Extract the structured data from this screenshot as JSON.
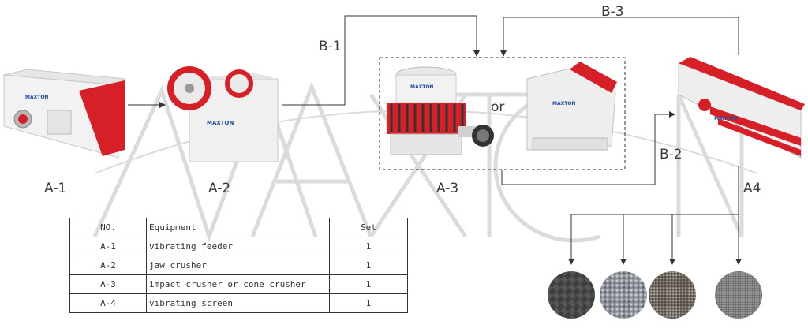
{
  "stage_labels": {
    "a1": "A-1",
    "a2": "A-2",
    "a3": "A-3",
    "a4": "A4"
  },
  "flow_labels": {
    "b1": "B-1",
    "b2": "B-2",
    "b3": "B-3",
    "or": "or"
  },
  "brand": "MAXTON",
  "table": {
    "headers": [
      "NO.",
      "Equipment",
      "Set"
    ],
    "rows": [
      [
        "A-1",
        "vibrating feeder",
        "1"
      ],
      [
        "A-2",
        "jaw crusher",
        "1"
      ],
      [
        "A-3",
        "impact crusher or cone crusher",
        "1"
      ],
      [
        "A-4",
        "vibrating screen",
        "1"
      ]
    ]
  },
  "colors": {
    "accent_red": "#d61f26",
    "machine_white": "#eeeeee",
    "line": "#333333"
  }
}
